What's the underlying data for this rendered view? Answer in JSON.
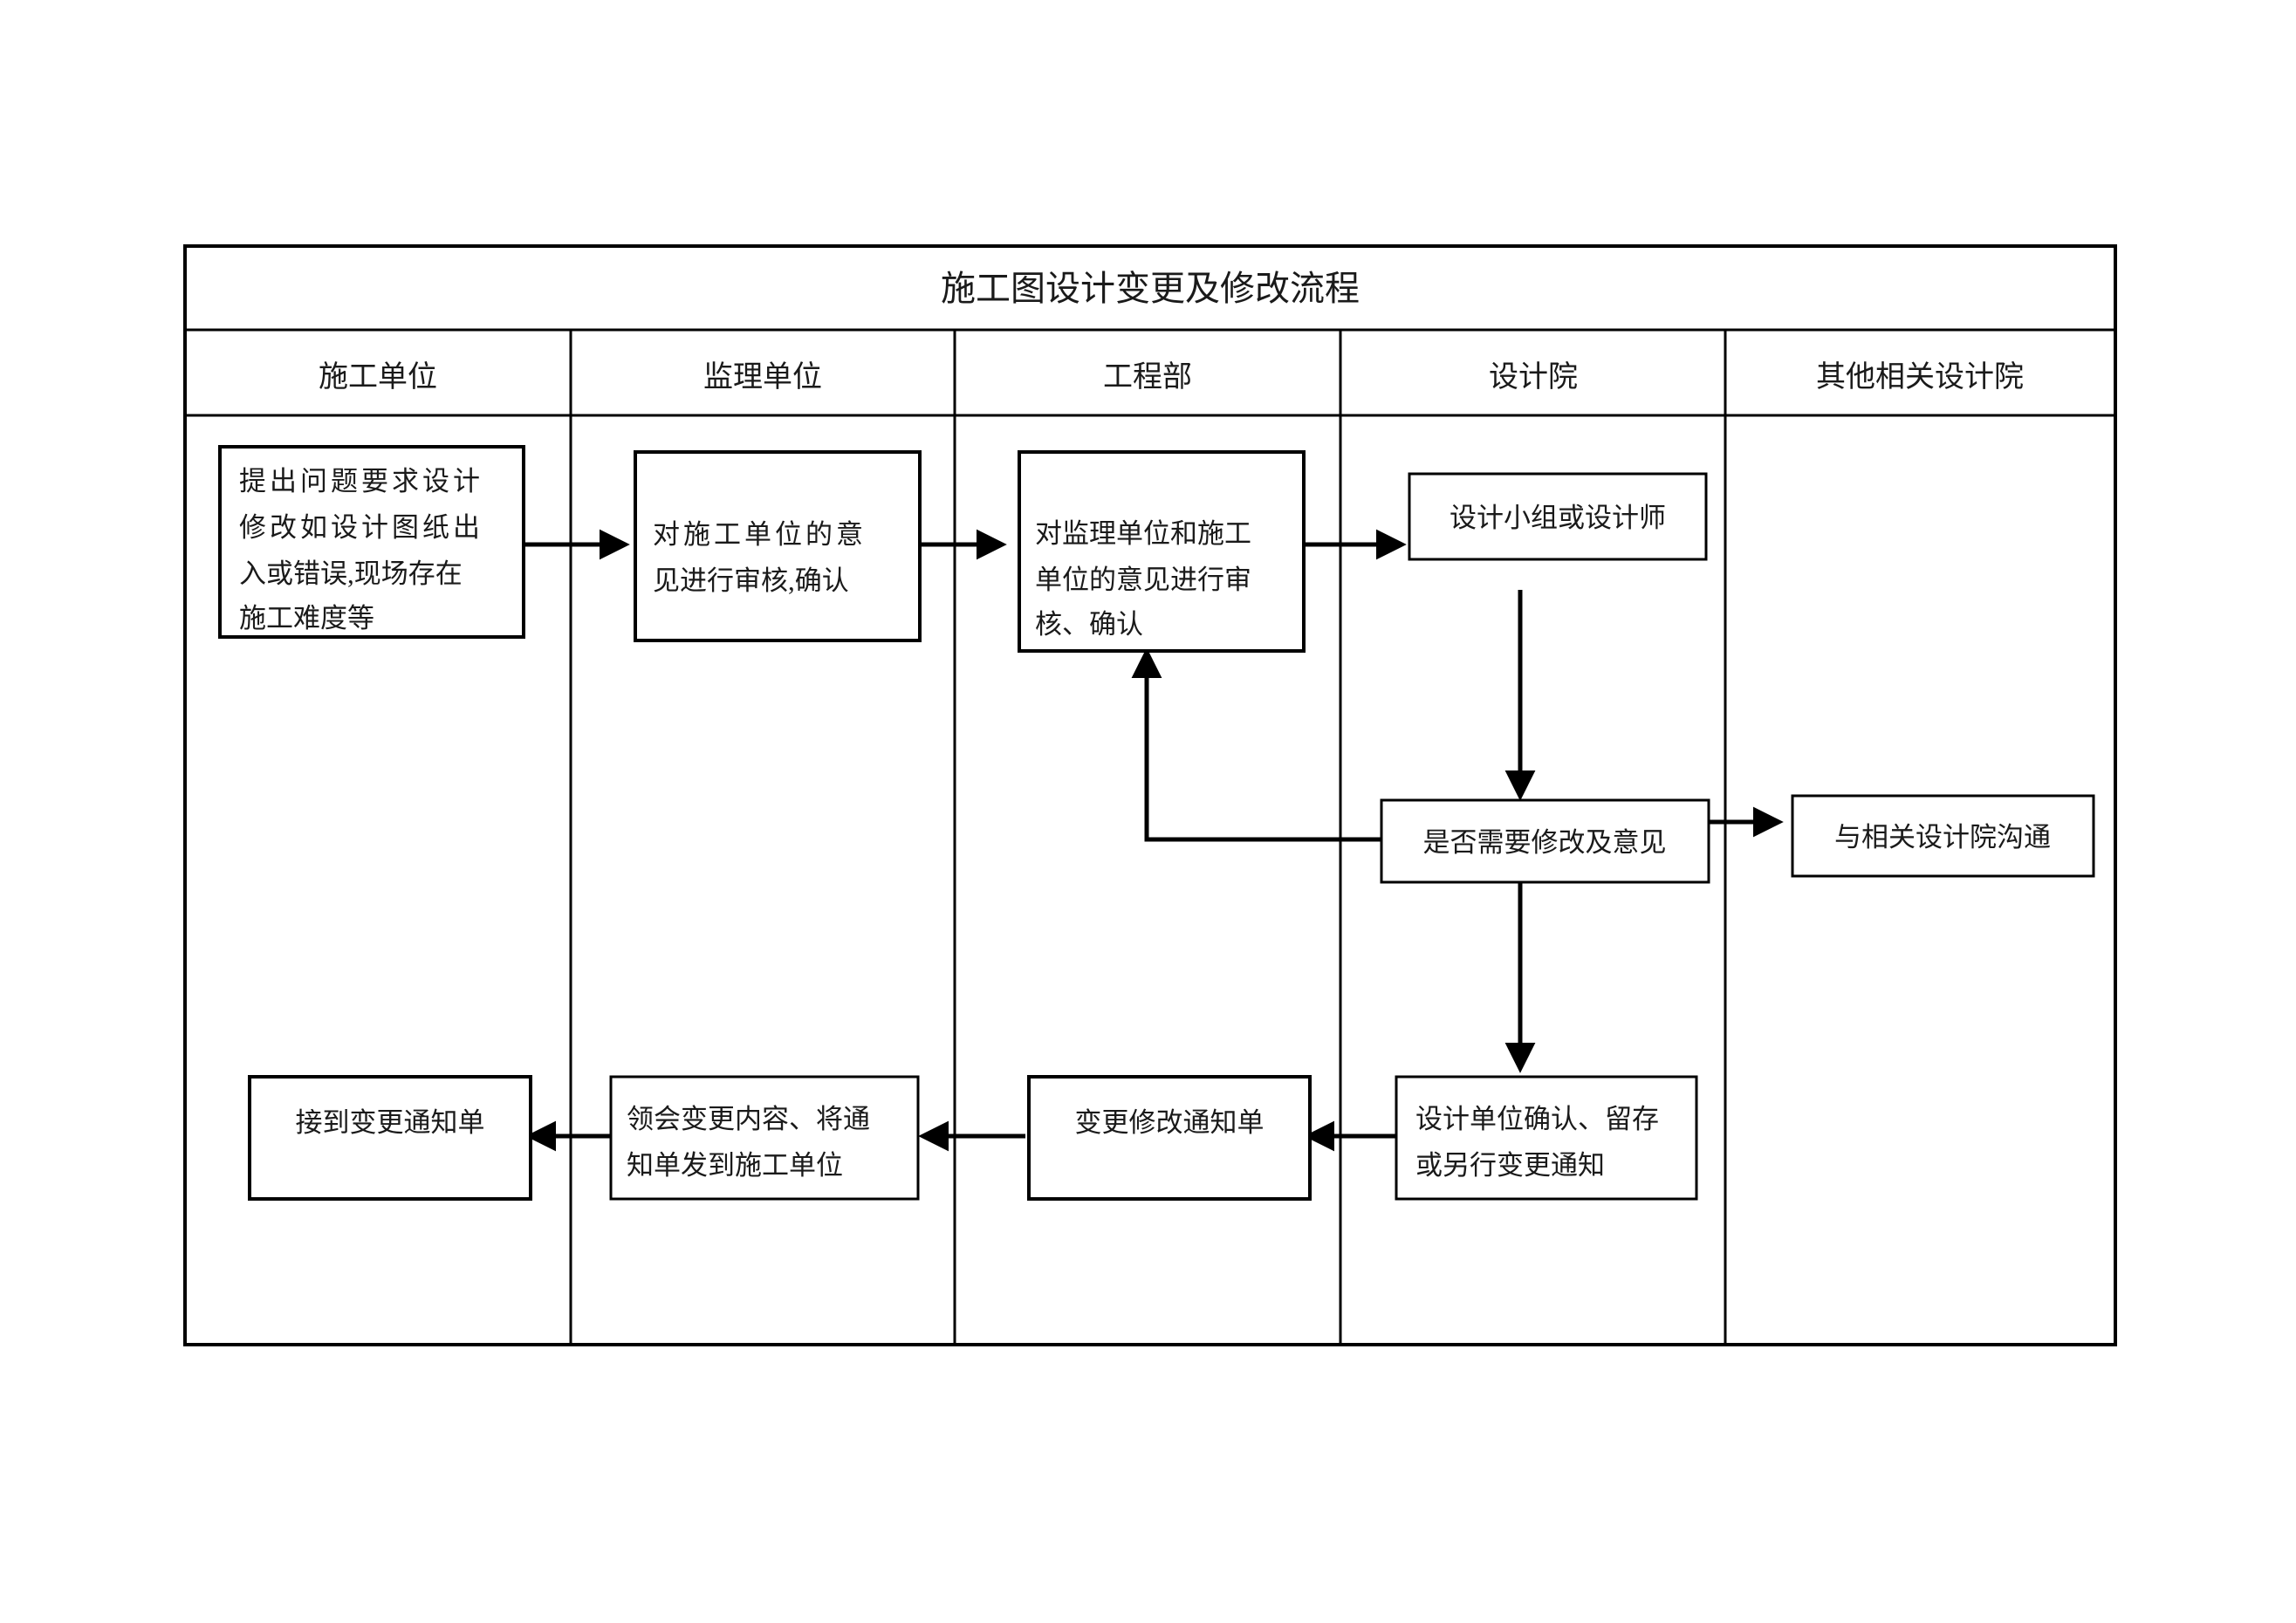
{
  "document": {
    "title": "施工图设计变更及修改流程"
  },
  "columns": [
    {
      "id": "construction-unit",
      "label": "施工单位"
    },
    {
      "id": "supervision-unit",
      "label": "监理单位"
    },
    {
      "id": "engineering-dept",
      "label": "工程部"
    },
    {
      "id": "design-institute",
      "label": "设计院"
    },
    {
      "id": "other-design-institutes",
      "label": "其他相关设计院"
    }
  ],
  "nodes": {
    "raise-issue": {
      "lines": [
        "提出问题要求设计",
        "修改如设计图纸出",
        "入或错误,现场存在",
        "施工难度等"
      ],
      "column": "施工单位"
    },
    "review-construction-opinion": {
      "lines": [
        "对施工单位的意",
        "见进行审核,确认"
      ],
      "column": "监理单位"
    },
    "review-both-opinions": {
      "lines": [
        "对监理单位和施工",
        "单位的意见进行审",
        "核、确认"
      ],
      "column": "工程部"
    },
    "design-team": {
      "lines": [
        "设计小组或设计师"
      ],
      "column": "设计院"
    },
    "need-modification": {
      "lines": [
        "是否需要修改及意见"
      ],
      "column": "设计院"
    },
    "communicate-institutes": {
      "lines": [
        "与相关设计院沟通"
      ],
      "column": "其他相关设计院"
    },
    "design-confirm-archive": {
      "lines": [
        "设计单位确认、留存",
        "或另行变更通知"
      ],
      "column": "设计院"
    },
    "change-notice": {
      "lines": [
        "变更修改通知单"
      ],
      "column": "工程部"
    },
    "understand-and-send": {
      "lines": [
        "领会变更内容、将通",
        "知单发到施工单位"
      ],
      "column": "监理单位"
    },
    "receive-change-notice": {
      "lines": [
        "接到变更通知单"
      ],
      "column": "施工单位"
    }
  },
  "connections": [
    {
      "from": "raise-issue",
      "to": "review-construction-opinion",
      "direction": "right"
    },
    {
      "from": "review-construction-opinion",
      "to": "review-both-opinions",
      "direction": "right"
    },
    {
      "from": "review-both-opinions",
      "to": "design-team",
      "direction": "right"
    },
    {
      "from": "design-team",
      "to": "need-modification",
      "direction": "down"
    },
    {
      "from": "need-modification",
      "to": "communicate-institutes",
      "direction": "right"
    },
    {
      "from": "need-modification",
      "to": "review-both-opinions",
      "direction": "feedback-up-left"
    },
    {
      "from": "need-modification",
      "to": "design-confirm-archive",
      "direction": "down"
    },
    {
      "from": "design-confirm-archive",
      "to": "change-notice",
      "direction": "left"
    },
    {
      "from": "change-notice",
      "to": "understand-and-send",
      "direction": "left"
    },
    {
      "from": "understand-and-send",
      "to": "receive-change-notice",
      "direction": "left"
    }
  ],
  "colors": {
    "stroke": "#000000",
    "background": "#ffffff",
    "text": "#1a1a1a"
  }
}
